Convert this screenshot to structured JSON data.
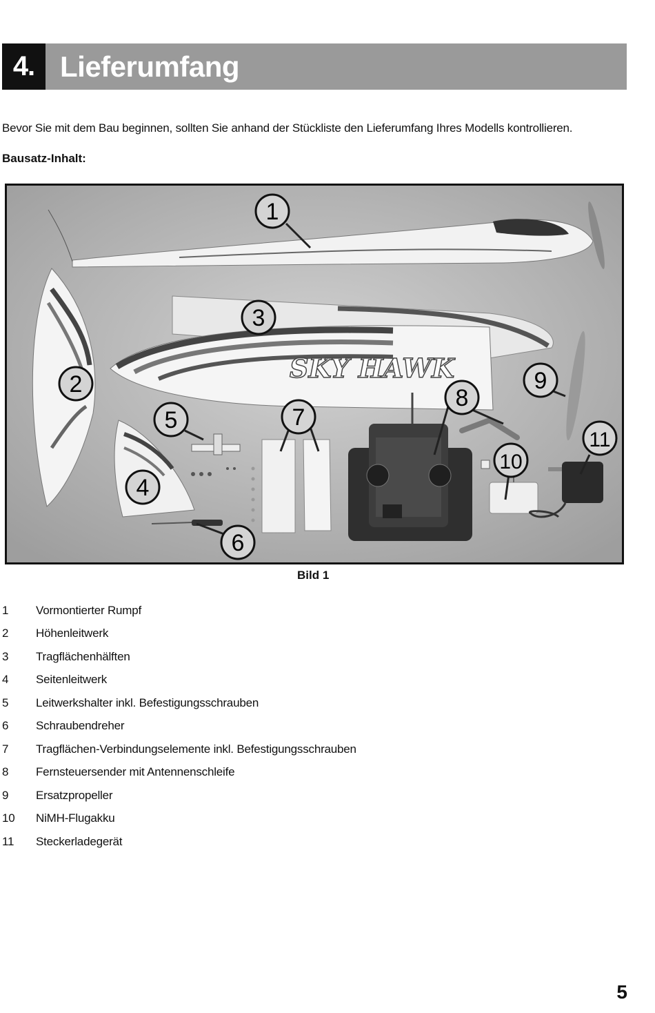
{
  "header": {
    "number": "4.",
    "title": "Lieferumfang"
  },
  "intro": "Bevor Sie mit dem Bau beginnen, sollten Sie anhand der Stückliste den Lieferumfang Ihres Modells kontrollieren.",
  "subheading": "Bausatz-Inhalt:",
  "figure": {
    "caption": "Bild 1",
    "wing_logo": "SKY HAWK",
    "callouts": [
      "1",
      "2",
      "3",
      "4",
      "5",
      "6",
      "7",
      "8",
      "9",
      "10",
      "11"
    ]
  },
  "parts": [
    {
      "num": "1",
      "label": "Vormontierter Rumpf"
    },
    {
      "num": "2",
      "label": "Höhenleitwerk"
    },
    {
      "num": "3",
      "label": "Tragflächenhälften"
    },
    {
      "num": "4",
      "label": "Seitenleitwerk"
    },
    {
      "num": "5",
      "label": "Leitwerkshalter inkl. Befestigungsschrauben"
    },
    {
      "num": "6",
      "label": "Schraubendreher"
    },
    {
      "num": "7",
      "label": "Tragflächen-Verbindungselemente inkl. Befestigungsschrauben"
    },
    {
      "num": "8",
      "label": "Fernsteuersender mit Antennenschleife"
    },
    {
      "num": "9",
      "label": "Ersatzpropeller"
    },
    {
      "num": "10",
      "label": "NiMH-Flugakku"
    },
    {
      "num": "11",
      "label": "Steckerladegerät"
    }
  ],
  "page_number": "5"
}
